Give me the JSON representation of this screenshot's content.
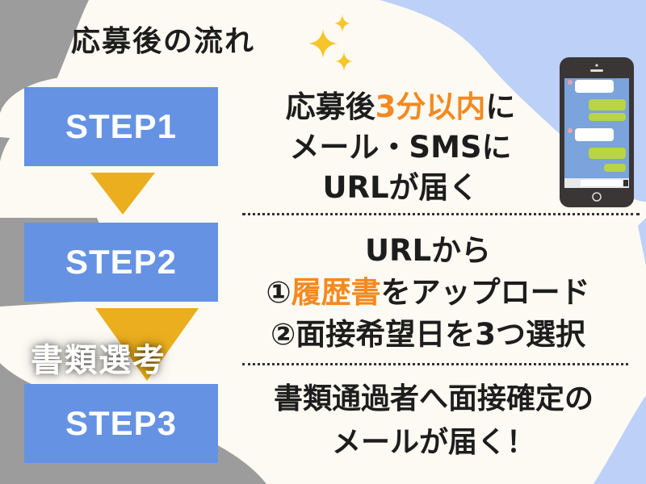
{
  "title": "応募後の流れ",
  "colors": {
    "step_box": "#6592e3",
    "arrow": "#eaae1e",
    "highlight": "#f4891f",
    "background_cream": "#fcfaf2",
    "background_blue": "#bcd0f8",
    "background_gray": "#9c9c9c",
    "text": "#1d1d1d"
  },
  "steps": [
    {
      "label": "STEP1",
      "description": {
        "line1_pre": "応募後",
        "line1_highlight": "3分以内",
        "line1_post": "に",
        "line2": "メール・SMSに",
        "line3": "URLが届く"
      }
    },
    {
      "label": "STEP2",
      "description": {
        "line1": "URLから",
        "line2_prefix": "①",
        "line2_highlight": "履歴書",
        "line2_post": "をアップロード",
        "line3": "②面接希望日を3つ選択"
      }
    },
    {
      "label": "STEP3",
      "description": {
        "line1": "書類通過者へ面接確定の",
        "line2": "メールが届く！"
      }
    }
  ],
  "transition_label": "書類選考",
  "icons": [
    "sparkle-icon",
    "smartphone-chat-icon",
    "down-arrow-icon"
  ]
}
